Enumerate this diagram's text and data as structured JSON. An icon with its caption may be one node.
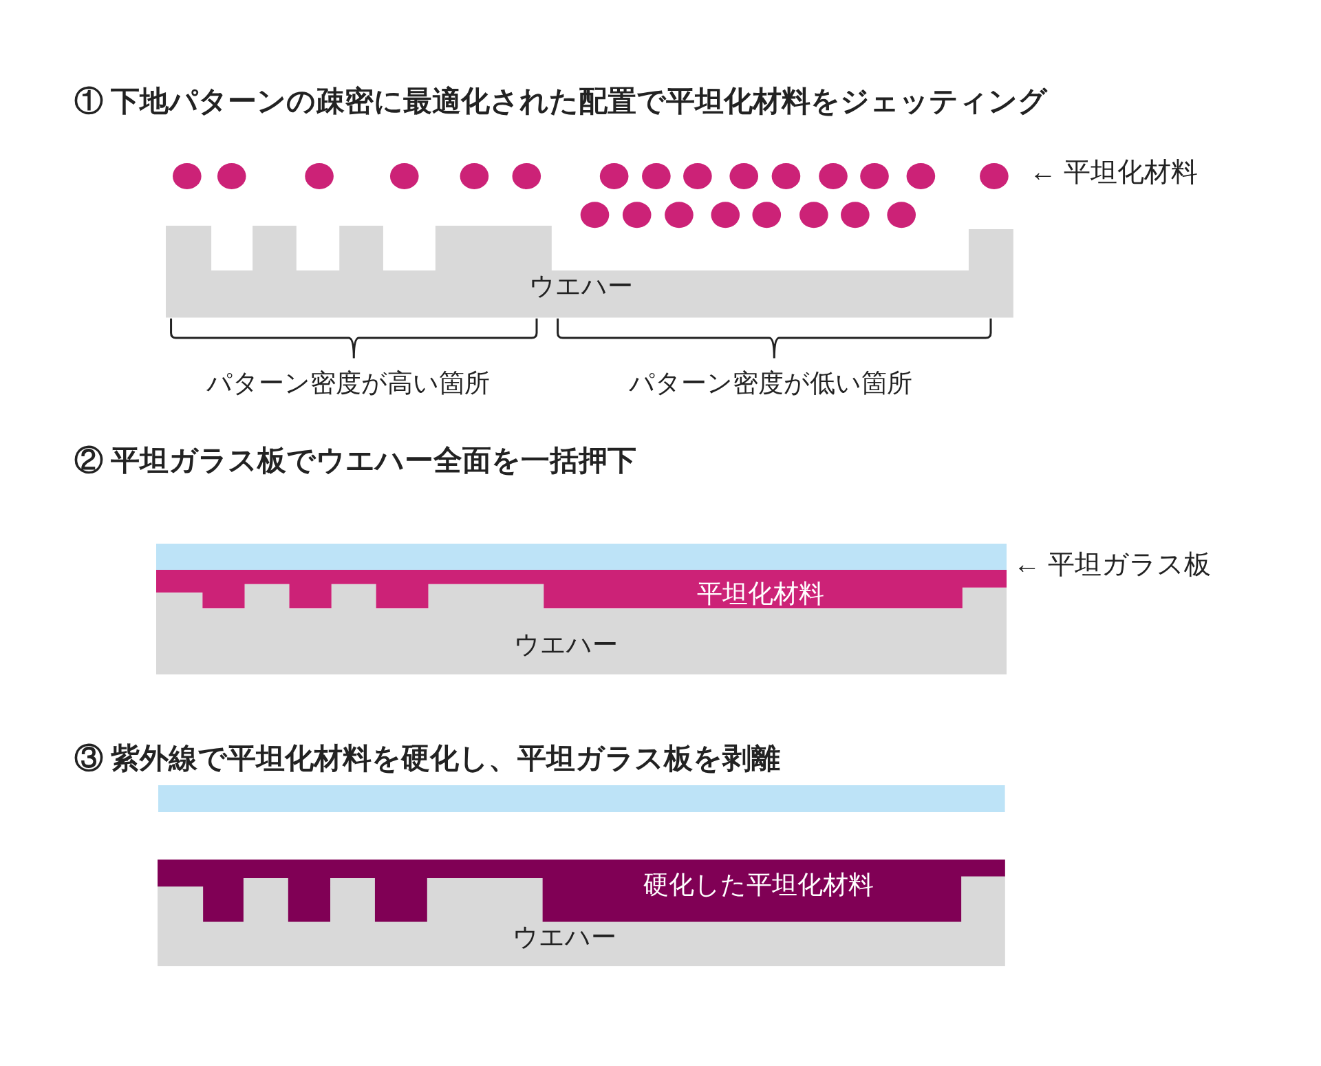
{
  "diagram": {
    "nodes": [
      {
        "text": [
          "ウエハー"
        ]
      },
      {
        "text": [],
        "shape": "bar"
      },
      {
        "text": [
          "平坦化材料"
        ]
      },
      {
        "text": [
          "ウエハー"
        ]
      },
      {
        "text": [],
        "shape": "bar"
      },
      {
        "text": [
          "硬化した平坦化材料"
        ]
      },
      {
        "text": [
          "ウエハー"
        ]
      }
    ],
    "labels": [
      "① 下地パターンの疎密に最適化された配置で平坦化材料をジェッティング",
      "← 平坦化材料",
      "パターン密度が高い箇所",
      "パターン密度が低い箇所",
      "② 平坦ガラス板でウエハー全面を一括押下",
      "← 平坦ガラス板",
      "③ 紫外線で平坦化材料を硬化し、平坦ガラス板を剥離"
    ]
  }
}
